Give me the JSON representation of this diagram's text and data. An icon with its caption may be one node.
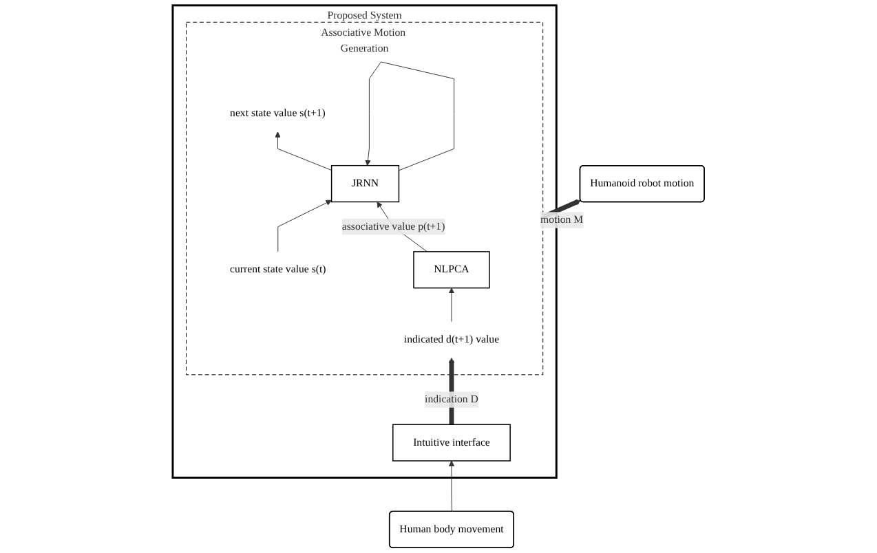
{
  "diagram": {
    "nodes": [
      {
        "text": [
          "Humanoid robot motion"
        ]
      },
      {
        "text": [
          "Proposed System"
        ]
      },
      {
        "text": [
          "Associative Motion Generation"
        ],
        "in": 1
      },
      {
        "text": [
          "NLPCA"
        ],
        "in": 2
      },
      {
        "text": [
          "next state value s(t+1)"
        ],
        "in": 2
      },
      {
        "text": [
          "JRNN"
        ],
        "in": 2
      },
      {
        "text": [
          "current state value s(t)"
        ],
        "in": 2
      },
      {
        "text": [
          "indicated d(t+1) value"
        ],
        "in": 2
      },
      {
        "text": [
          "Intuitive interface"
        ],
        "in": 1
      },
      {
        "text": [
          "Human body movement"
        ]
      }
    ],
    "edges": [
      {
        "from": 9,
        "to": 8,
        "arrow": "to"
      },
      {
        "from": 8,
        "to": 7,
        "arrow": "to",
        "label": "indication D",
        "style": "thick"
      },
      {
        "from": 7,
        "to": 3,
        "arrow": "to"
      },
      {
        "from": 3,
        "to": 5,
        "arrow": "to",
        "label": "associative value p(t+1)"
      },
      {
        "from": 6,
        "to": 5,
        "arrow": "to"
      },
      {
        "from": 5,
        "to": 4,
        "arrow": "to"
      },
      {
        "from": 5,
        "to": 5,
        "arrow": "to"
      },
      {
        "from": 2,
        "to": 0,
        "arrow": "to",
        "label": "motion M",
        "style": "thick"
      }
    ]
  }
}
